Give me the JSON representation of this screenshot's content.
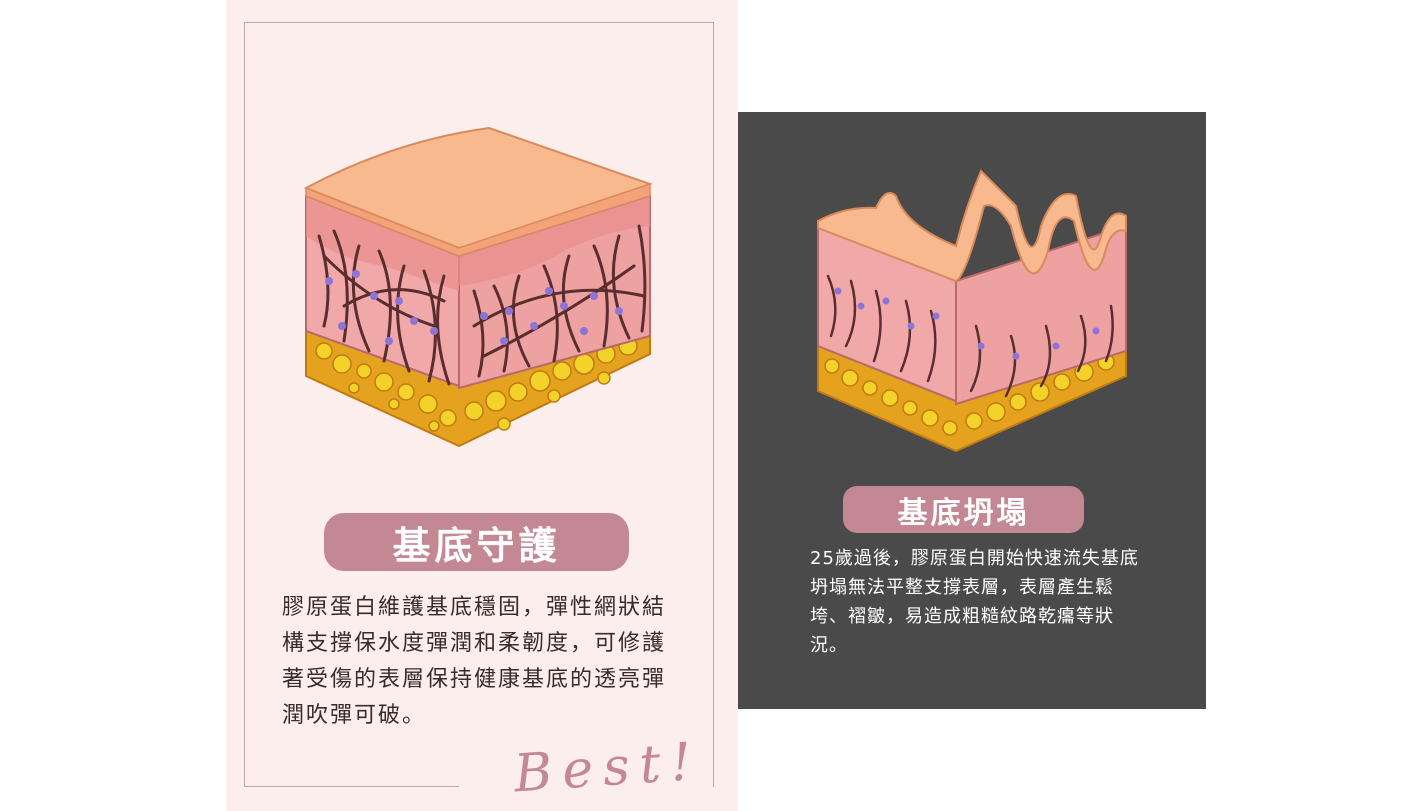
{
  "left_card": {
    "title": "基底守護",
    "body": "膠原蛋白維護基底穩固，彈性網狀結構支撐保水度彈潤和柔韌度，可修護著受傷的表層保持健康基底的透亮彈潤吹彈可破。",
    "signature": "Best!"
  },
  "right_card": {
    "title": "基底坍塌",
    "body": "25歲過後，膠原蛋白開始快速流失基底坍塌無法平整支撐表層，表層產生鬆垮、褶皺，易造成粗糙紋路乾癟等狀況。"
  },
  "colors": {
    "accent": "#c38893",
    "left_background": "#fdeeee",
    "right_background": "#4a4a4a",
    "skin_top": "#f8b98f",
    "dermis": "#eda1a1",
    "fat": "#e5a21f",
    "fat_cell": "#f3d22a",
    "fiber": "#5a2e2e",
    "dot": "#8f74d8"
  }
}
